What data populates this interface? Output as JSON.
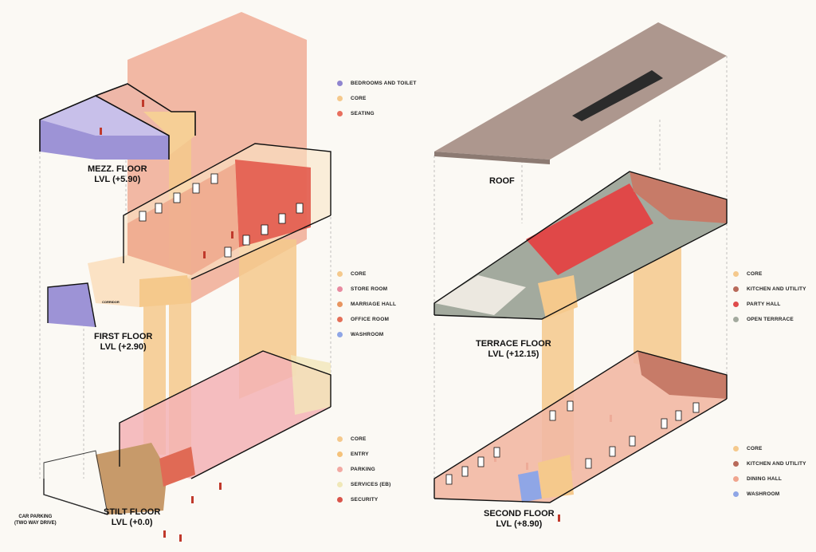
{
  "colors": {
    "core": "#f5c98c",
    "bedrooms": "#8f85cf",
    "seating": "#e86f5e",
    "store": "#e88aa0",
    "marriage": "#e89560",
    "office": "#e46f58",
    "washroom": "#8fa6e6",
    "entry": "#f5c27a",
    "parking": "#f2a9a3",
    "services": "#f0e8b8",
    "security": "#d9544a",
    "kitchen": "#b86a5a",
    "party": "#df4b4b",
    "terrace": "#a3aa9e",
    "dining": "#f0a58e",
    "roof": "#ad978e"
  },
  "legends": {
    "mezz": [
      "BEDROOMS AND TOILET",
      "CORE",
      "SEATING"
    ],
    "first": [
      "CORE",
      "STORE ROOM",
      "MARRIAGE HALL",
      "OFFICE ROOM",
      "WASHROOM"
    ],
    "stilt": [
      "CORE",
      "ENTRY",
      "PARKING",
      "SERVICES (EB)",
      "SECURITY"
    ],
    "terrace": [
      "CORE",
      "KITCHEN AND UTILITY",
      "PARTY HALL",
      "OPEN TERRRACE"
    ],
    "second": [
      "CORE",
      "KITCHEN AND UTILITY",
      "DINING HALL",
      "WASHROOM"
    ]
  },
  "levels": {
    "mezz": {
      "name": "MEZZ. FLOOR",
      "lvl": "LVL (+5.90)"
    },
    "first": {
      "name": "FIRST FLOOR",
      "lvl": "LVL (+2.90)"
    },
    "stilt": {
      "name": "STILT FLOOR",
      "lvl": "LVL (+0.0)"
    },
    "terrace": {
      "name": "TERRACE FLOOR",
      "lvl": "LVL (+12.15)"
    },
    "second": {
      "name": "SECOND FLOOR",
      "lvl": "LVL (+8.90)"
    }
  },
  "roof_label": "ROOF",
  "car_parking": {
    "line1": "CAR PARKING",
    "line2": "(TWO WAY DRIVE)"
  },
  "corridor_label": "CORRIDOR"
}
